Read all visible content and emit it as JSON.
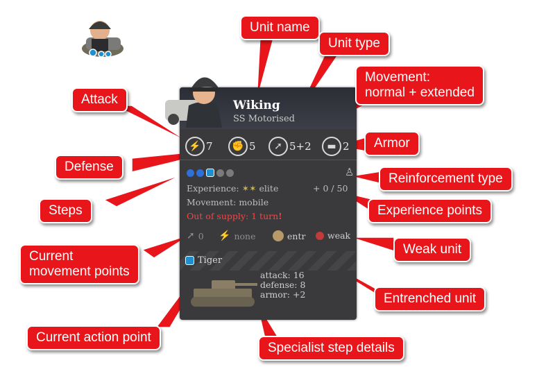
{
  "card": {
    "unit_name": "Wiking",
    "unit_type": "SS Motorised",
    "stats": {
      "attack": "7",
      "defense": "5",
      "movement": "5+2",
      "armor": "2"
    },
    "experience_label": "Experience:",
    "experience_rank": "elite",
    "experience_points": "+ 0 / 50",
    "movement_label": "Movement:",
    "movement_value": "mobile",
    "supply_warning": "Out of supply: 1 turn",
    "supply_exclaim": "!",
    "movement_points": "0",
    "action_point": "none",
    "entrenched": "entr",
    "weak": "weak",
    "specialist": {
      "name": "Tiger",
      "attack": "attack: 16",
      "defense": "defense: 8",
      "armor": "armor: +2"
    },
    "steps": [
      {
        "state": "full"
      },
      {
        "state": "full"
      },
      {
        "state": "specialist"
      },
      {
        "state": "empty"
      },
      {
        "state": "empty"
      }
    ]
  },
  "callouts": {
    "unit_name": "Unit name",
    "unit_type": "Unit type",
    "movement_line1": "Movement:",
    "movement_line2": "normal + extended",
    "attack": "Attack",
    "armor": "Armor",
    "defense": "Defense",
    "reinforcement": "Reinforcement type",
    "steps": "Steps",
    "experience_points": "Experience points",
    "current_mp_line1": "Current",
    "current_mp_line2": "movement points",
    "weak_unit": "Weak unit",
    "entrenched_unit": "Entrenched unit",
    "current_action_point": "Current action point",
    "specialist_details": "Specialist step details"
  },
  "colors": {
    "callout_red": "#e8151b",
    "panel_bg": "#3a3a3c",
    "step_blue": "#2f6fd6",
    "warning_red": "#ff4040"
  }
}
